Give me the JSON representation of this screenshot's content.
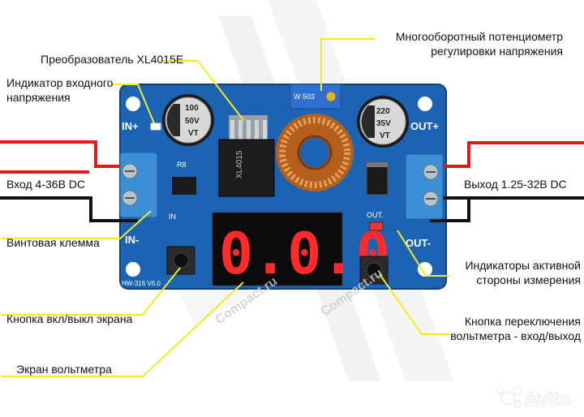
{
  "colors": {
    "board": "#1d63b4",
    "board_dark": "#12468a",
    "leader": "#f4ea1f",
    "wire_red": "#e01919",
    "wire_black": "#111111",
    "segment_red": "#ff2a2a",
    "terminal_blue": "#3a8fd6",
    "watermark": "#d9d9d9"
  },
  "board": {
    "pins": {
      "in_plus": "IN+",
      "in_minus": "IN-",
      "out_plus": "OUT+",
      "out_minus": "OUT-"
    },
    "cap_left": [
      "100",
      "50V",
      "VT"
    ],
    "cap_right": [
      "220",
      "35V",
      "VT"
    ],
    "chip_text": "XL4015",
    "model": "HW-316  V6.0",
    "silk_in": "IN",
    "silk_out": "OUT.",
    "silk_r8": "R8",
    "display_digits": "0.0.0",
    "pot_mark": "W 503"
  },
  "labels": {
    "pot": [
      "Многооборотный потенциометр",
      "регулировки напряжения"
    ],
    "converter": "Преобразователь XL4015E",
    "input_led": [
      "Индикатор входного",
      "напряжения"
    ],
    "input": "Вход 4-36В DC",
    "output": "Выход 1.25-32В DC",
    "terminal": "Винтовая клемма",
    "side_leds": [
      "Индикаторы активной",
      "стороны измерения"
    ],
    "screen_button": "Кнопка вкл/выкл экрана",
    "switch_button": [
      "Кнопка переключения",
      "вольтметра - вход/выход"
    ],
    "voltmeter": "Экран вольтметра"
  },
  "watermark": {
    "brand": "Avito",
    "site": "Compact.ru"
  }
}
